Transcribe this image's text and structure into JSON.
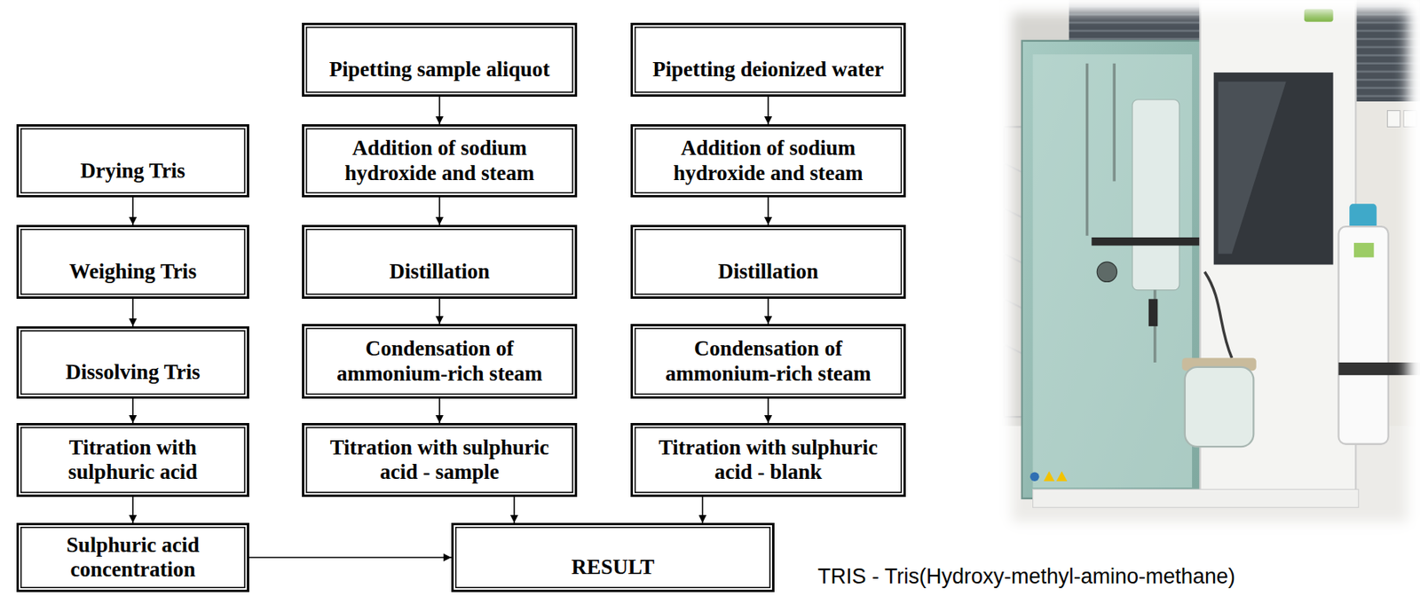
{
  "diagram": {
    "nodes": [
      {
        "text": [
          "Drying Tris"
        ]
      },
      {
        "text": [
          "Weighing  Tris"
        ]
      },
      {
        "text": [
          "Dissolving Tris"
        ]
      },
      {
        "text": [
          "Titration with sulphuric acid"
        ]
      },
      {
        "text": [
          "Sulphuric acid concentration"
        ]
      },
      {
        "text": [
          "Pipetting sample aliquot"
        ]
      },
      {
        "text": [
          "Addition of sodium hydroxide and steam"
        ]
      },
      {
        "text": [
          "Distillation"
        ]
      },
      {
        "text": [
          "Condensation of ammonium-rich steam"
        ]
      },
      {
        "text": [
          "Titration with sulphuric acid - sample"
        ]
      },
      {
        "text": [
          "Pipetting deionized water"
        ]
      },
      {
        "text": [
          "Addition of sodium hydroxide and steam"
        ]
      },
      {
        "text": [
          "Distillation"
        ]
      },
      {
        "text": [
          "Condensation of ammonium-rich steam"
        ]
      },
      {
        "text": [
          "Titration with sulphuric acid - blank"
        ]
      },
      {
        "text": [
          "RESULT"
        ]
      }
    ],
    "edges": [
      {
        "from": 0,
        "to": 1,
        "arrow": "to"
      },
      {
        "from": 1,
        "to": 2,
        "arrow": "to"
      },
      {
        "from": 2,
        "to": 3,
        "arrow": "to"
      },
      {
        "from": 3,
        "to": 4,
        "arrow": "to"
      },
      {
        "from": 4,
        "to": 15,
        "arrow": "to"
      },
      {
        "from": 5,
        "to": 6,
        "arrow": "to"
      },
      {
        "from": 6,
        "to": 7,
        "arrow": "to"
      },
      {
        "from": 7,
        "to": 8,
        "arrow": "to"
      },
      {
        "from": 8,
        "to": 9,
        "arrow": "to"
      },
      {
        "from": 9,
        "to": 15,
        "arrow": "to"
      },
      {
        "from": 10,
        "to": 11,
        "arrow": "to"
      },
      {
        "from": 11,
        "to": 12,
        "arrow": "to"
      },
      {
        "from": 12,
        "to": 13,
        "arrow": "to"
      },
      {
        "from": 13,
        "to": 14,
        "arrow": "to"
      },
      {
        "from": 14,
        "to": 15,
        "arrow": "to"
      }
    ],
    "labels": [
      "TRIS - Tris(Hydroxy-methyl-amino-methane)"
    ]
  }
}
